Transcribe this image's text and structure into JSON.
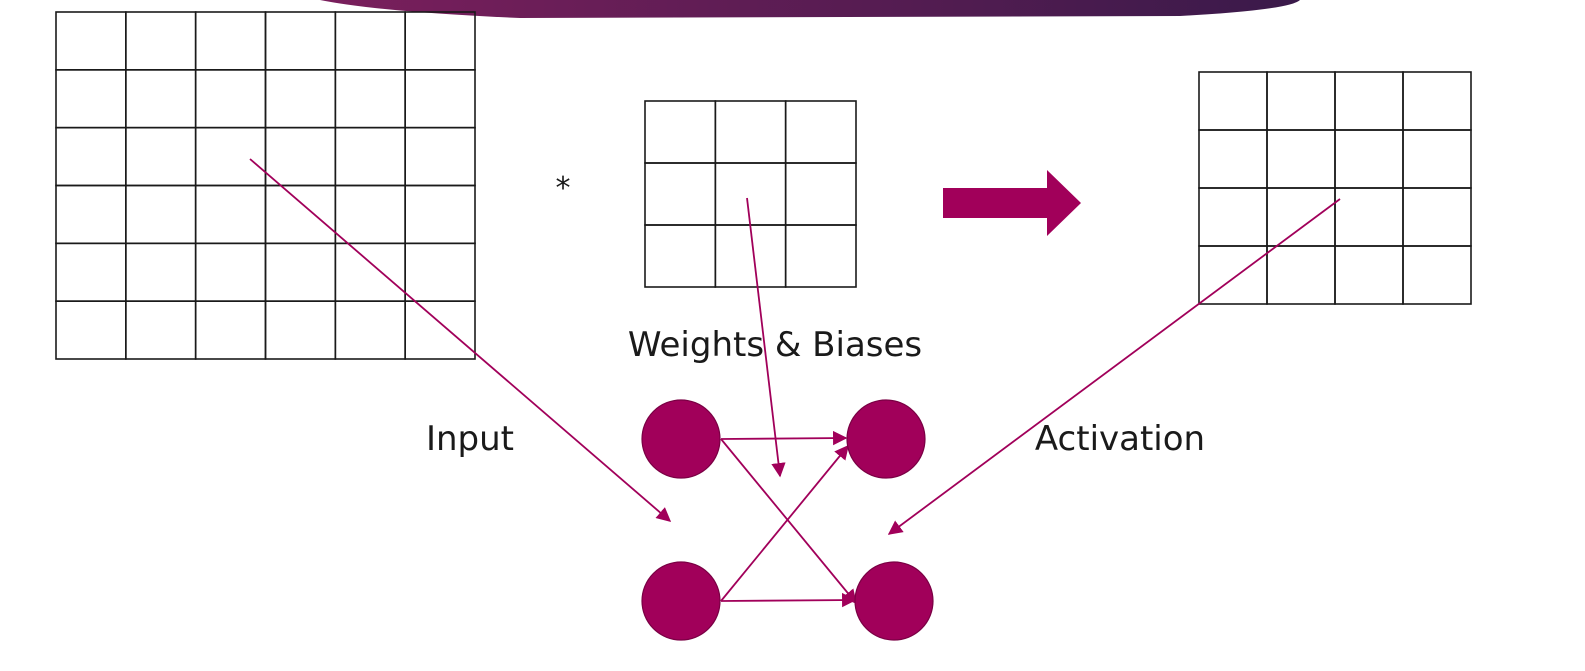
{
  "colors": {
    "accent": "#a1005a",
    "banner_start": "#7a1f5c",
    "banner_end": "#3a1a4a",
    "grid": "#1a1a1a"
  },
  "operator_symbol": "*",
  "labels": {
    "weights": "Weights & Biases",
    "input": "Input",
    "activation": "Activation"
  },
  "matrices": {
    "input": {
      "rows": 6,
      "cols": 6
    },
    "kernel": {
      "rows": 3,
      "cols": 3
    },
    "output": {
      "rows": 4,
      "cols": 4
    }
  },
  "network": {
    "nodes": [
      "input-top",
      "input-bottom",
      "output-top",
      "output-bottom"
    ]
  }
}
